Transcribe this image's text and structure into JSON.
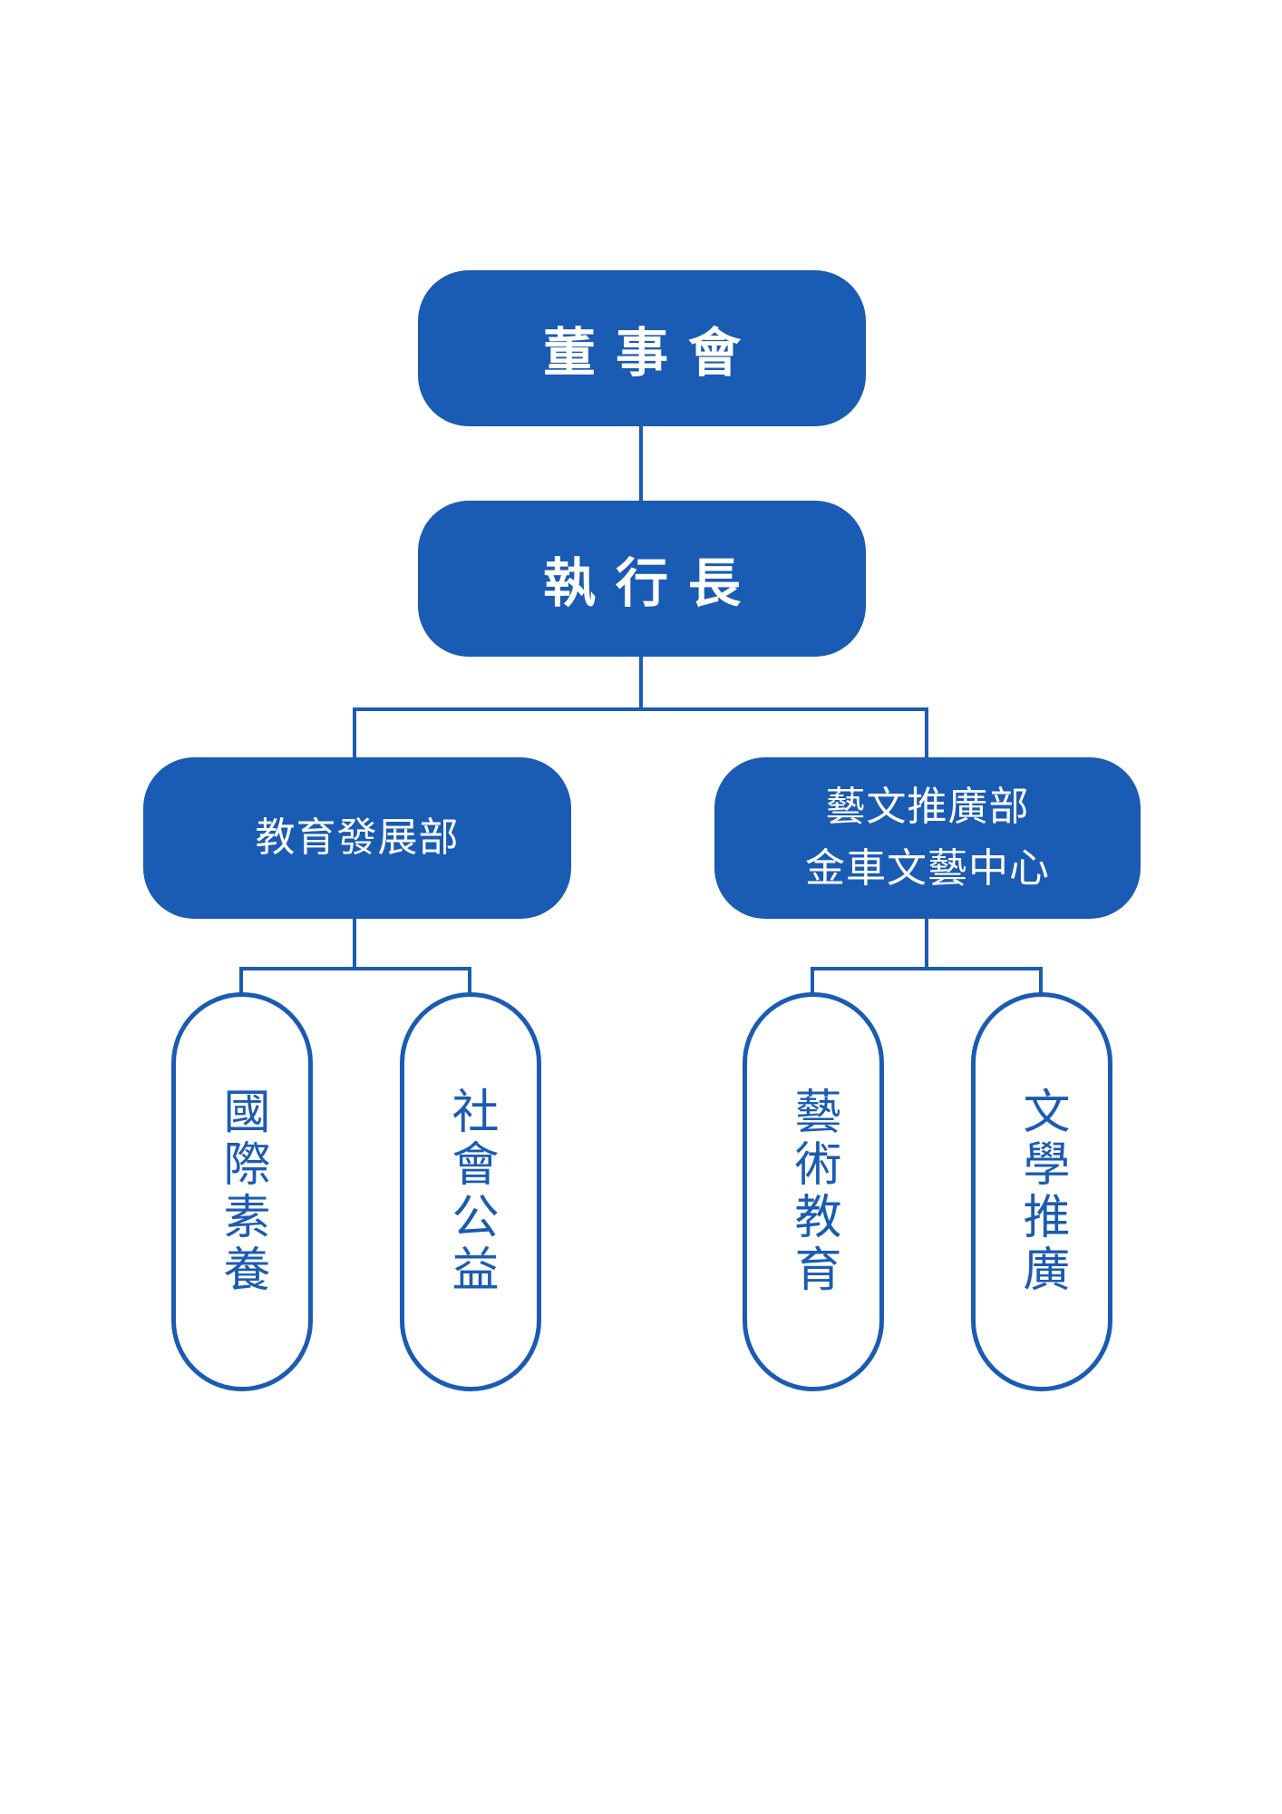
{
  "board": {
    "label": "董事會"
  },
  "ceo": {
    "label": "執行長"
  },
  "departments": [
    {
      "lines": [
        "教育發展部"
      ]
    },
    {
      "lines": [
        "藝文推廣部",
        "金車文藝中心"
      ]
    }
  ],
  "units": [
    {
      "label": "國際素養"
    },
    {
      "label": "社會公益"
    },
    {
      "label": "藝術教育"
    },
    {
      "label": "文學推廣"
    }
  ],
  "colors": {
    "primary": "#1a5bb3",
    "background": "#ffffff"
  }
}
